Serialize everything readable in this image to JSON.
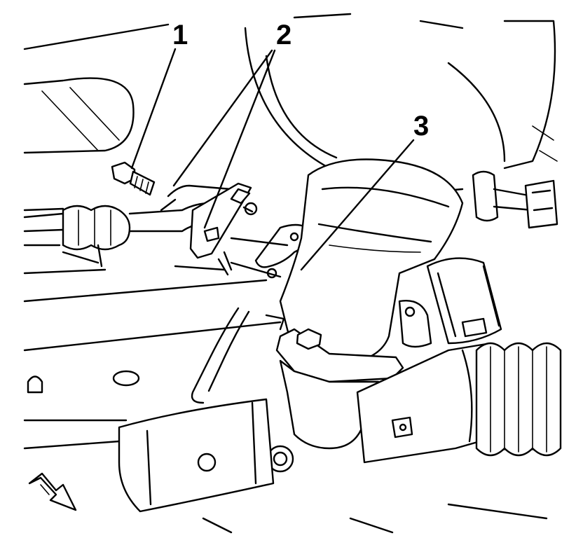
{
  "diagram": {
    "callouts": [
      {
        "label": "1",
        "part": "bolt"
      },
      {
        "label": "2",
        "part": "hose-bracket-clamps"
      },
      {
        "label": "3",
        "part": "intermediate-shaft-boot"
      }
    ],
    "icons": [
      "direction-arrow-icon"
    ],
    "colors": {
      "ink": "#000000",
      "paper": "#ffffff"
    }
  }
}
